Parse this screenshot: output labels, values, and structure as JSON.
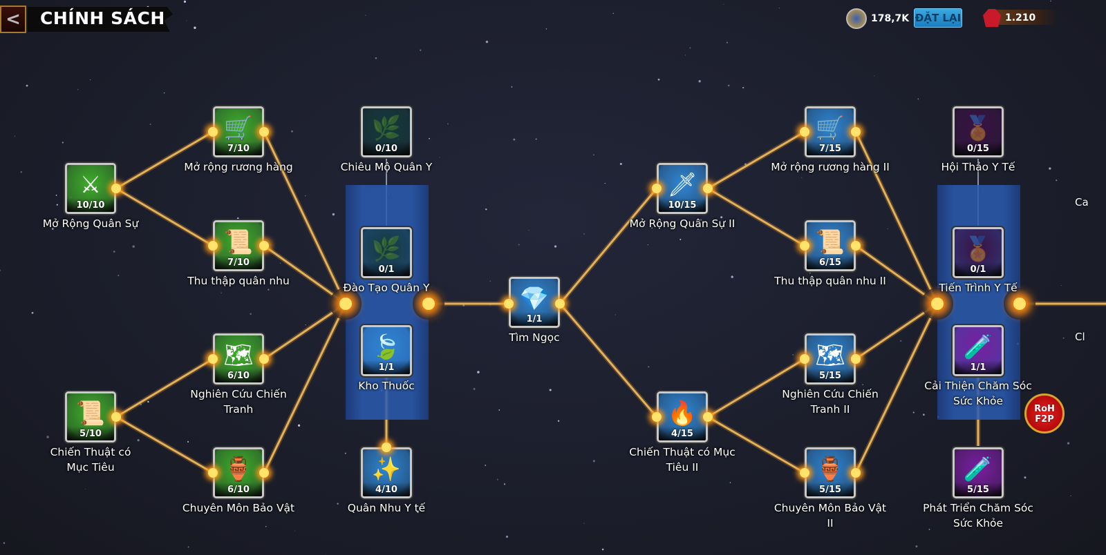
{
  "header": {
    "title": "CHÍNH SÁCH",
    "back_label": "<"
  },
  "resources": {
    "power": "178,7K",
    "reset_label": "ĐẶT LẠI",
    "gems": "1.210"
  },
  "colors": {
    "green": "#3fae2a",
    "blue": "#2f86d4",
    "locked": "#143a3c",
    "purple": "#7a1ea0",
    "dark_purple": "#3a1244",
    "link": "#e2b25a"
  },
  "nodes": [
    {
      "id": "mo-rong-quan-su",
      "label": "Mở Rộng Quân Sự",
      "progress": "10/10",
      "theme": "green",
      "icon": "⚔"
    },
    {
      "id": "chien-thuat",
      "label": "Chiến Thuật có Mục Tiêu",
      "progress": "5/10",
      "theme": "green",
      "icon": "📜"
    },
    {
      "id": "mo-rong-ruong",
      "label": "Mở rộng rương hàng",
      "progress": "7/10",
      "theme": "green",
      "icon": "🛒"
    },
    {
      "id": "thu-thap",
      "label": "Thu thập quân nhu",
      "progress": "7/10",
      "theme": "green",
      "icon": "📜"
    },
    {
      "id": "nghien-cuu",
      "label": "Nghiên Cứu Chiến Tranh",
      "progress": "6/10",
      "theme": "green",
      "icon": "🗺"
    },
    {
      "id": "chuyen-mon",
      "label": "Chuyên Môn Bảo Vật",
      "progress": "6/10",
      "theme": "green",
      "icon": "🏺"
    },
    {
      "id": "chieu-mo",
      "label": "Chiêu Mộ Quân Y",
      "progress": "0/10",
      "theme": "locked",
      "icon": "🌿"
    },
    {
      "id": "dao-tao",
      "label": "Đào Tạo Quân Y",
      "progress": "0/1",
      "theme": "locked",
      "icon": "🌿"
    },
    {
      "id": "kho-thuoc",
      "label": "Kho Thuốc",
      "progress": "1/1",
      "theme": "blue",
      "icon": "🍃"
    },
    {
      "id": "quan-nhu-y-te",
      "label": "Quân Nhu Y tế",
      "progress": "4/10",
      "theme": "blue",
      "icon": "✨"
    },
    {
      "id": "tim-ngoc",
      "label": "Tìm Ngọc",
      "progress": "1/1",
      "theme": "blue",
      "icon": "💎"
    },
    {
      "id": "mo-rong-quan-su-2",
      "label": "Mở Rộng Quân Sự II",
      "progress": "10/15",
      "theme": "blue",
      "icon": "🗡"
    },
    {
      "id": "chien-thuat-2",
      "label": "Chiến Thuật có Mục Tiêu II",
      "progress": "4/15",
      "theme": "blue",
      "icon": "🔥"
    },
    {
      "id": "mo-rong-ruong-2",
      "label": "Mở rộng rương hàng II",
      "progress": "7/15",
      "theme": "blue",
      "icon": "🛒"
    },
    {
      "id": "thu-thap-2",
      "label": "Thu thập quân nhu II",
      "progress": "6/15",
      "theme": "blue",
      "icon": "📜"
    },
    {
      "id": "nghien-cuu-2",
      "label": "Nghiên Cứu Chiến Tranh II",
      "progress": "5/15",
      "theme": "blue",
      "icon": "🗺"
    },
    {
      "id": "chuyen-mon-2",
      "label": "Chuyên Môn Bảo Vật II",
      "progress": "5/15",
      "theme": "blue",
      "icon": "🏺"
    },
    {
      "id": "hoi-thao",
      "label": "Hội Thảo Y Tế",
      "progress": "0/15",
      "theme": "dark_purple",
      "icon": "🏅"
    },
    {
      "id": "tien-trinh",
      "label": "Tiến Trình Y Tế",
      "progress": "0/1",
      "theme": "dark_purple",
      "icon": "🏅"
    },
    {
      "id": "cai-thien",
      "label": "Cải Thiện Chăm Sóc Sức Khỏe",
      "progress": "1/1",
      "theme": "purple",
      "icon": "🧪"
    },
    {
      "id": "phat-trien",
      "label": "Phát Triển Chăm Sóc Sức Khỏe",
      "progress": "5/15",
      "theme": "purple",
      "icon": "🧪"
    }
  ],
  "partial_labels": [
    "Ca",
    "Cl"
  ],
  "badge": {
    "text": "RoH F2P"
  }
}
